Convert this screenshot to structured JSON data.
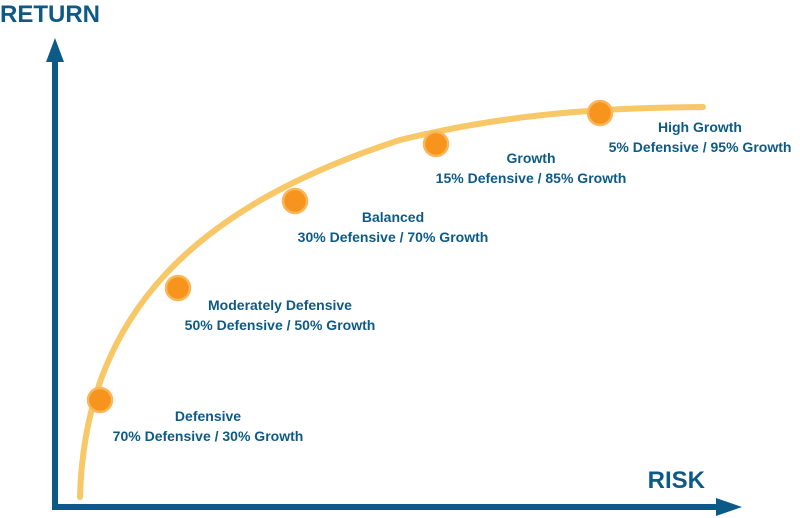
{
  "chart_data": {
    "type": "line",
    "title": "",
    "xlabel": "RISK",
    "ylabel": "RETURN",
    "grid": false,
    "legend": "none",
    "axis_ticks": "none",
    "series": [
      {
        "points": [
          {
            "label": "Defensive",
            "allocation": "70% Defensive / 30% Growth"
          },
          {
            "label": "Moderately Defensive",
            "allocation": "50% Defensive / 50% Growth"
          },
          {
            "label": "Balanced",
            "allocation": "30% Defensive / 70% Growth"
          },
          {
            "label": "Growth",
            "allocation": "15% Defensive / 85% Growth"
          },
          {
            "label": "High Growth",
            "allocation": "5% Defensive / 95% Growth"
          }
        ]
      }
    ],
    "colors": {
      "axis": "#0e5a86",
      "curve": "#f8c767",
      "marker_fill": "#f7941d",
      "marker_stroke": "#f9b75a",
      "label_text": "#0e5a86"
    }
  }
}
